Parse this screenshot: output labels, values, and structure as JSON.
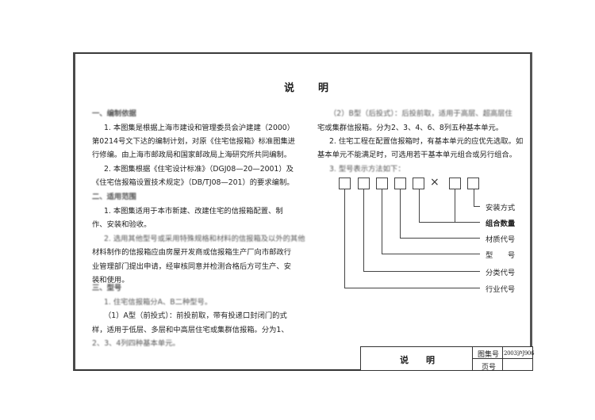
{
  "page": {
    "title_chars": [
      "说",
      "明"
    ]
  },
  "left_column": {
    "section1": {
      "heading": "一、编制依据",
      "lines": [
        "1. 本图集是根据上海市建设和管理委员会沪建建（2000）",
        "第0214号文下达的编制计划，对原《住宅信报箱》标准图集进",
        "行修编。由上海市邮政局和国家邮政局上海研究所共同编制。",
        "2. 本图集根据《住宅设计标准》（DGJ08—20—2001）及",
        "《住宅信报箱设置技术规定》（DB/TJ08—201）的要求编制。"
      ]
    },
    "section2": {
      "heading": "二、适用范围",
      "lines": [
        "1. 本图集适用于本市新建、改建住宅的信报箱配置、制",
        "作、安装和验收。",
        "2. 选用其他型号或采用特殊规格和材料的信报箱及以外的其他",
        "材料制作的信报箱应由房屋开发商或信报箱生产厂向市邮政行",
        "业管理部门提出申请，经审核同意并检测合格后方可生产、安",
        "装和使用。"
      ]
    },
    "section3": {
      "heading": "三、型号",
      "lines": [
        "1. 住宅信报箱分A、B二种型号。",
        "（1）A型（前投式）：前投前取，带有投递口封闭门的式",
        "样，适用于低层、多层和中高层住宅或集群信报箱。分为1、",
        "2、3、4列四种基本单元。"
      ]
    }
  },
  "right_column": {
    "lines": [
      "（2）B型（后投式）：后投前取，适用于高层、超高层住",
      "宅或集群信报箱。分为2、3、4、6、8列五种基本单元。",
      "2. 住宅工程在配置信报箱时，有基本单元的应优先选取。如",
      "基本单元不能满足时，可选用若干基本单元组合或另行组合。",
      "3. 型号表示方法如下："
    ]
  },
  "diagram": {
    "multiply_sign": "×",
    "labels": [
      "安装方式",
      "组合数量",
      "材质代号",
      "型　　号",
      "分类代号",
      "行业代号"
    ]
  },
  "title_block": {
    "name": "说　　明",
    "atlas_label": "图集号",
    "atlas_value": "2003沪J906",
    "page_label": "页号",
    "page_value": ""
  }
}
